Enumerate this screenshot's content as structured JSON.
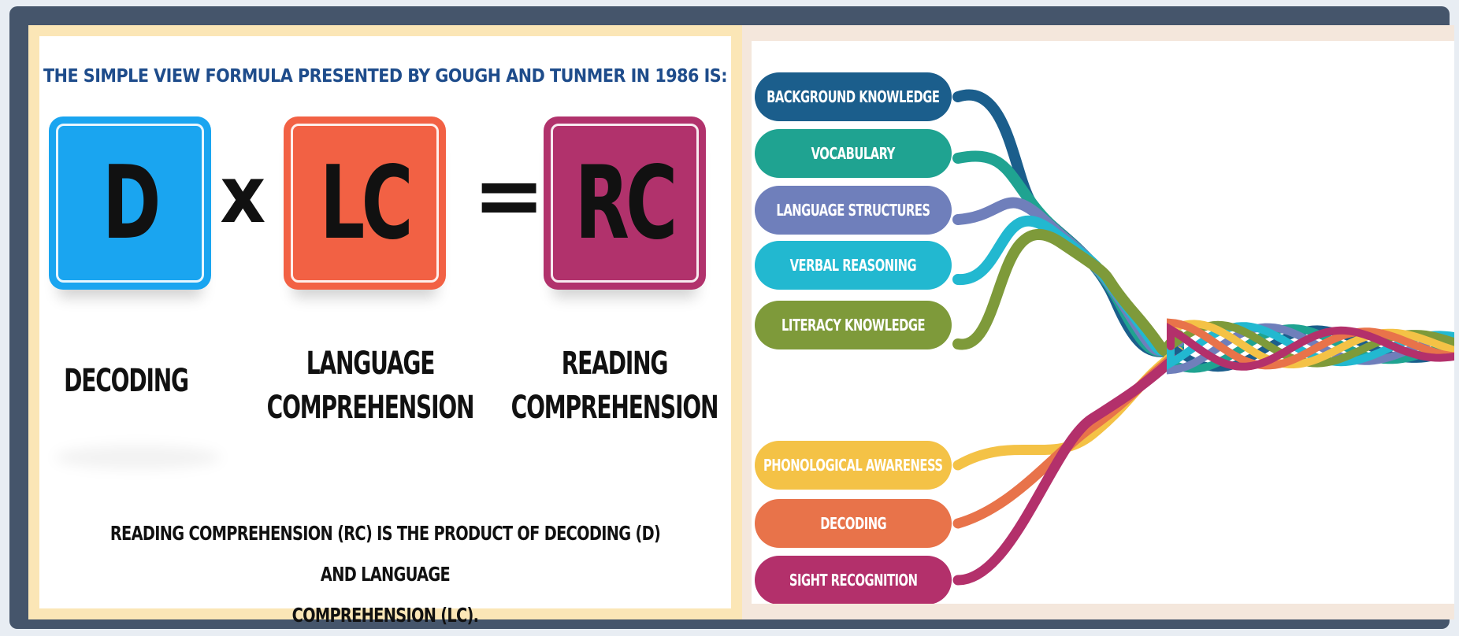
{
  "formula": {
    "title": "THE SIMPLE VIEW FORMULA PRESENTED BY GOUGH AND TUNMER IN 1986 IS:",
    "d_letter": "D",
    "lc_letter": "LC",
    "rc_letter": "RC",
    "times": "x",
    "equals": "=",
    "label_d": "DECODING",
    "label_lc_1": "LANGUAGE",
    "label_lc_2": "COMPREHENSION",
    "label_rc_1": "READING",
    "label_rc_2": "COMPREHENSION",
    "footnote_1": "READING COMPREHENSION (RC)  IS THE PRODUCT OF DECODING (D) AND LANGUAGE",
    "footnote_2": "COMPREHENSION (LC).",
    "colors": {
      "d": "#1aa5f0",
      "lc": "#f26144",
      "rc": "#b1326c"
    }
  },
  "rope": {
    "upper_strands": [
      {
        "label": "BACKGROUND KNOWLEDGE",
        "color": "#1b5e8c"
      },
      {
        "label": "VOCABULARY",
        "color": "#1fa391"
      },
      {
        "label": "LANGUAGE STRUCTURES",
        "color": "#6f7fbb"
      },
      {
        "label": "VERBAL REASONING",
        "color": "#22b8d0"
      },
      {
        "label": "LITERACY KNOWLEDGE",
        "color": "#7e9a3a"
      }
    ],
    "lower_strands": [
      {
        "label": "PHONOLOGICAL AWARENESS",
        "color": "#f4c246"
      },
      {
        "label": "DECODING",
        "color": "#e8734a"
      },
      {
        "label": "SIGHT RECOGNITION",
        "color": "#b3306b"
      }
    ]
  }
}
